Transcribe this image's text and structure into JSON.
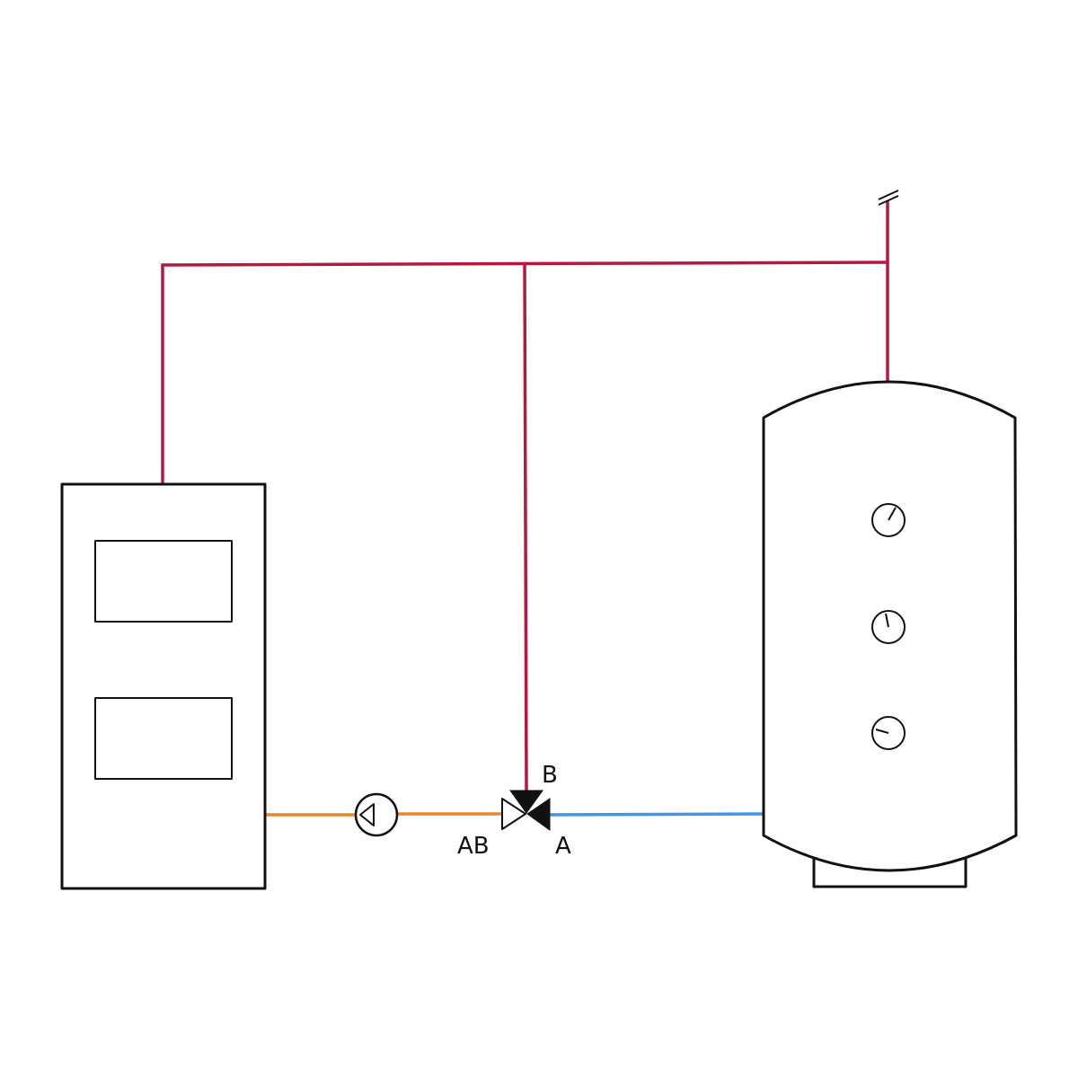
{
  "colors": {
    "supply_line": "#b5193f",
    "pump_line": "#e8872e",
    "return_line": "#3f95e6",
    "outline": "#111111",
    "valve_fill": "#111111",
    "background": "#ffffff"
  },
  "valve": {
    "ports": {
      "b": "B",
      "ab": "AB",
      "a": "A"
    }
  },
  "icons": {
    "boiler": "boiler-unit",
    "pump": "circulation-pump-icon",
    "valve": "three-way-valve-icon",
    "tank": "storage-tank",
    "gauges": "thermometer-gauge-icon",
    "vent": "air-vent-icon"
  }
}
